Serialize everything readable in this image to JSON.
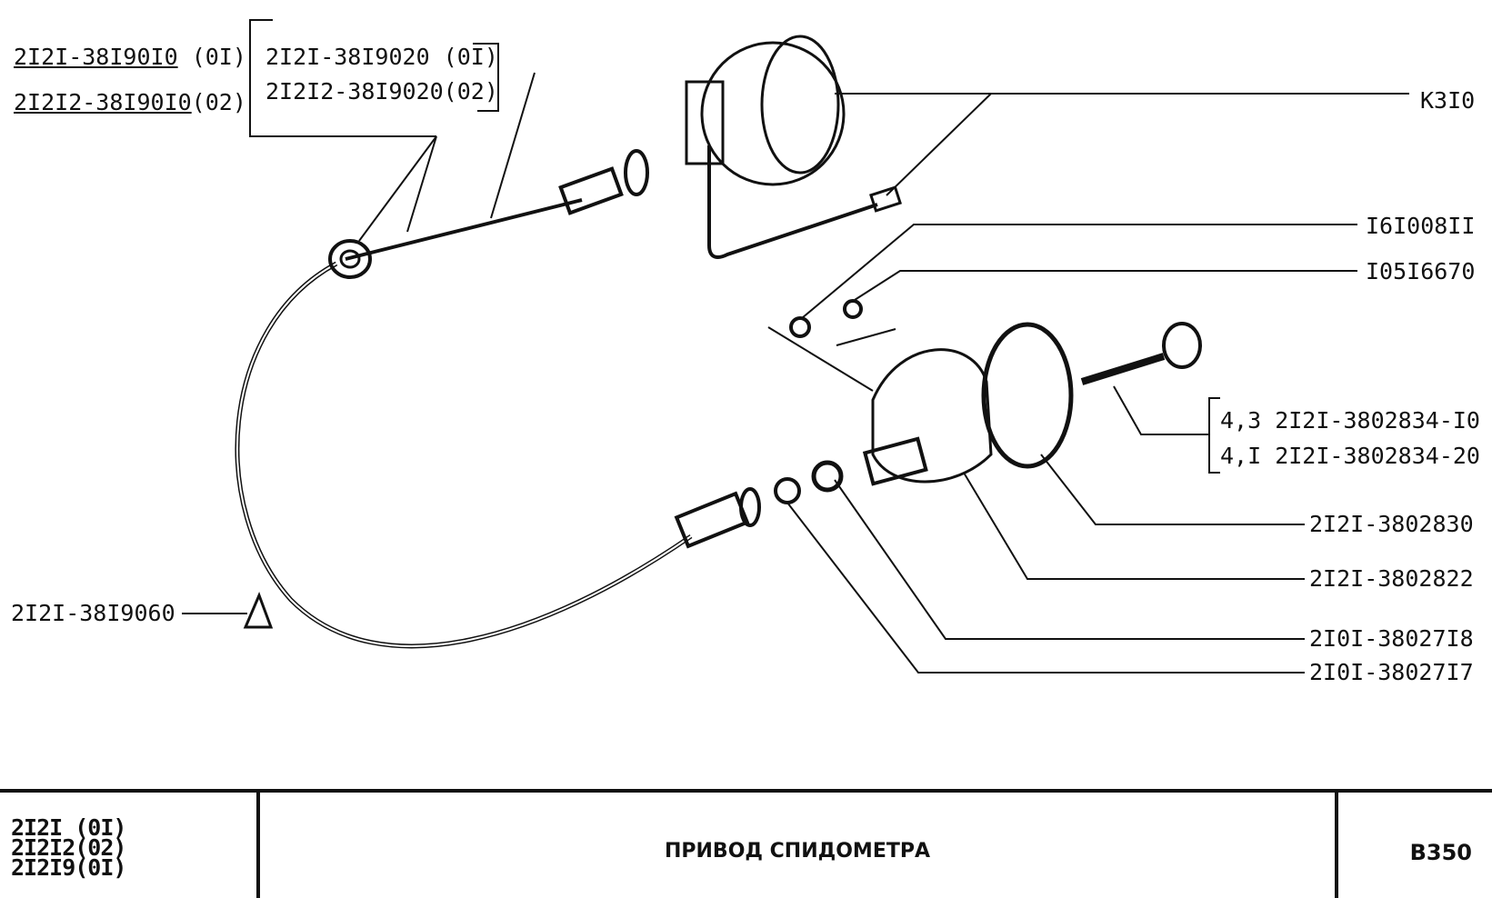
{
  "labels": {
    "cable_01": "2I2I-38I90I0",
    "cable_01_suffix": "(0I)",
    "cable_02": "2I2I2-38I90I0",
    "cable_02_suffix": "(02)",
    "inner_01": "2I2I-38I9020 (0I)",
    "inner_02": "2I2I2-38I9020(02)",
    "k310": "К3I0",
    "p1": "I6I008II",
    "p2": "I05I6670",
    "gear_a": "4,3 2I2I-3802834-I0",
    "gear_b": "4,I 2I2I-3802834-20",
    "p3": "2I2I-3802830",
    "p4": "2I2I-3802822",
    "p5": "2I0I-38027I8",
    "p6": "2I0I-38027I7",
    "clip": "2I2I-38I9060"
  },
  "footer": {
    "models": [
      "2I2I (0I)",
      "2I2I2(02)",
      "2I2I9(0I)"
    ],
    "title": "ПРИВОД СПИДОМЕТРА",
    "code": "B350"
  }
}
